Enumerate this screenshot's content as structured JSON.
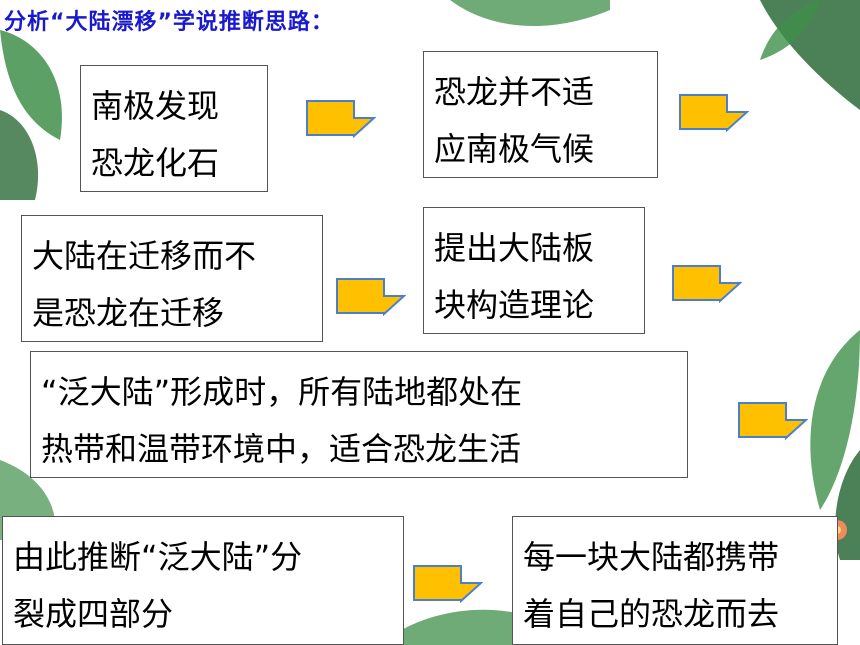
{
  "title": "分析“大陆漂移”学说推断思路：",
  "colors": {
    "title": "#1a1acc",
    "arrow_fill": "#ffc000",
    "arrow_stroke": "#4a7fd0",
    "leaf_green": "#3f8f4a",
    "leaf_dark": "#2d6b3a",
    "flower": "#f28a5c"
  },
  "boxes": {
    "b1": [
      "南极发现",
      "恐龙化石"
    ],
    "b2": [
      "恐龙并不适",
      "应南极气候"
    ],
    "b3": [
      "大陆在迁移而不",
      "是恐龙在迁移"
    ],
    "b4": [
      "提出大陆板",
      "块构造理论"
    ],
    "b5": [
      "“泛大陆”形成时，所有陆地都处在",
      "热带和温带环境中，适合恐龙生活"
    ],
    "b6": [
      "由此推断“泛大陆”分",
      "裂成四部分"
    ],
    "b7": [
      "每一块大陆都携带",
      "着自己的恐龙而去"
    ]
  },
  "icons": [
    "arrow-right-icon",
    "leaf-icon",
    "flower-icon"
  ]
}
